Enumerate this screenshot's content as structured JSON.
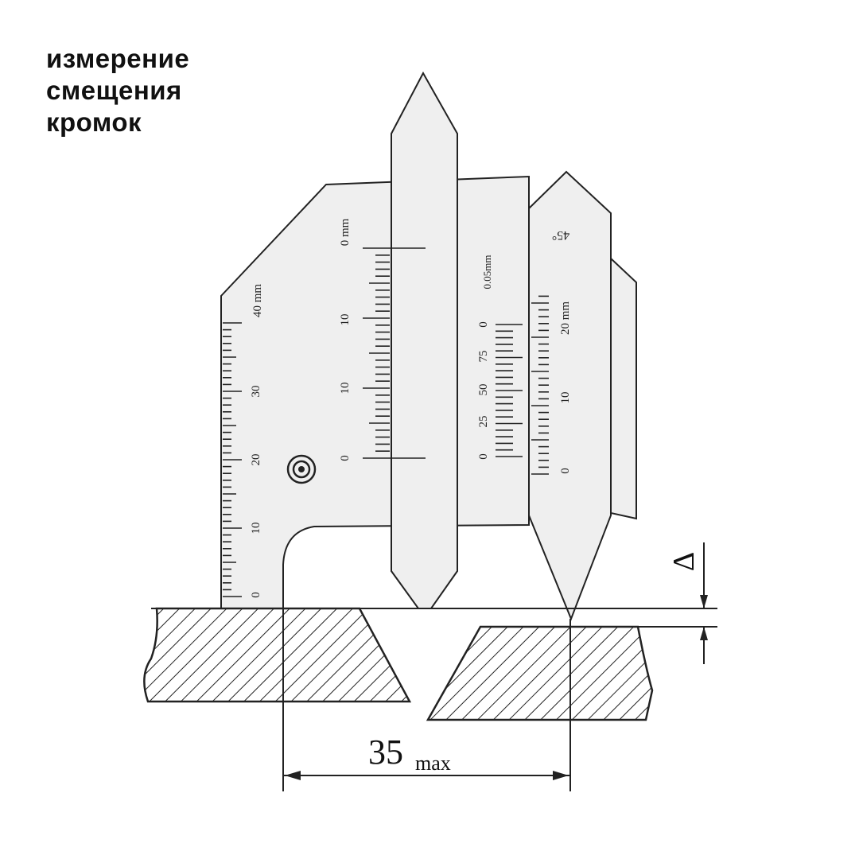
{
  "title": {
    "lines": [
      "измерение",
      "смещения",
      "кромок"
    ]
  },
  "gauge": {
    "left_scale": {
      "unit_label": "40 mm",
      "labels": [
        "0",
        "10",
        "20",
        "30"
      ]
    },
    "center_scale": {
      "unit_label": "0 mm",
      "labels": [
        "0",
        "10",
        "10"
      ]
    },
    "vernier_scale": {
      "unit_label": "0.05mm",
      "labels": [
        "0",
        "25",
        "50",
        "75",
        "0"
      ]
    },
    "right_scale": {
      "unit_label": "20 mm",
      "labels": [
        "0",
        "10"
      ]
    },
    "angle_label": "45°"
  },
  "dimensions": {
    "offset_symbol": "Δ",
    "max_value": "35",
    "max_suffix": "max"
  },
  "colors": {
    "line": "#222222",
    "fill": "#efefef",
    "background": "#ffffff"
  }
}
